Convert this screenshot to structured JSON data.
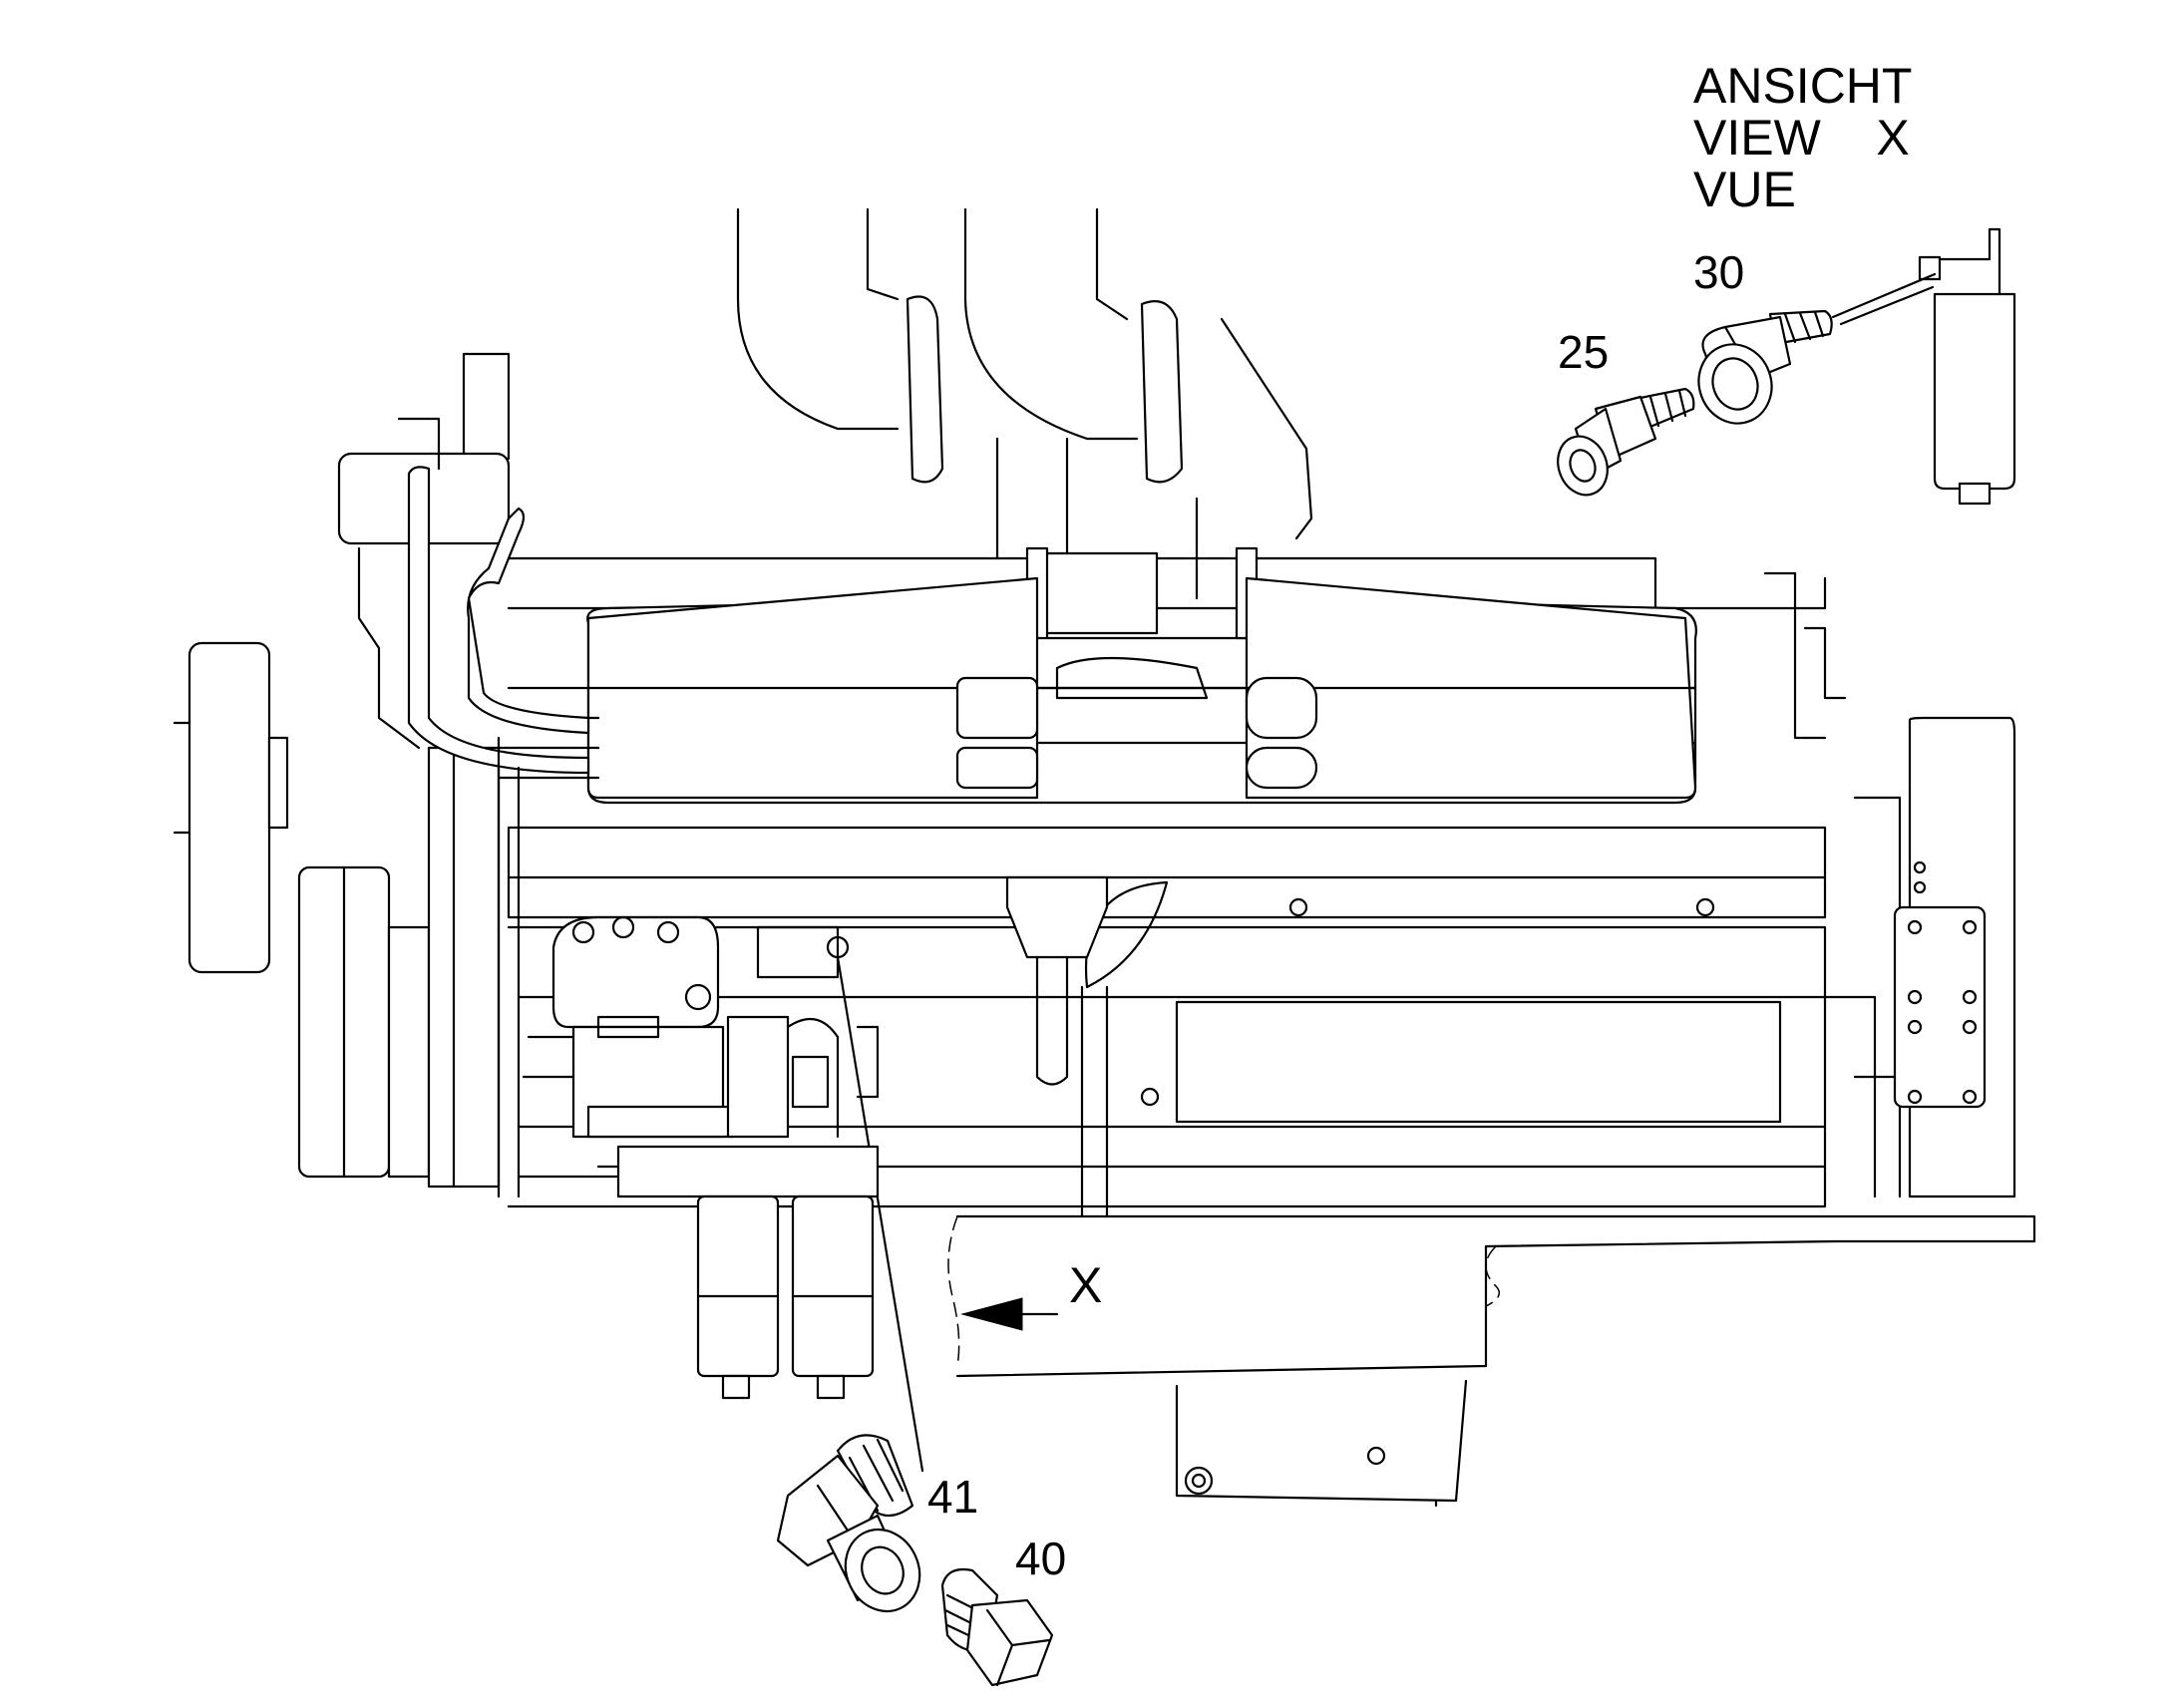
{
  "view_title": {
    "line1": "ANSICHT",
    "line2": "VIEW    X",
    "line3": "VUE"
  },
  "direction_marker": "X",
  "callouts": [
    {
      "id": "p30",
      "label": "30"
    },
    {
      "id": "p25",
      "label": "25"
    },
    {
      "id": "p41",
      "label": "41"
    },
    {
      "id": "p40",
      "label": "40"
    }
  ]
}
